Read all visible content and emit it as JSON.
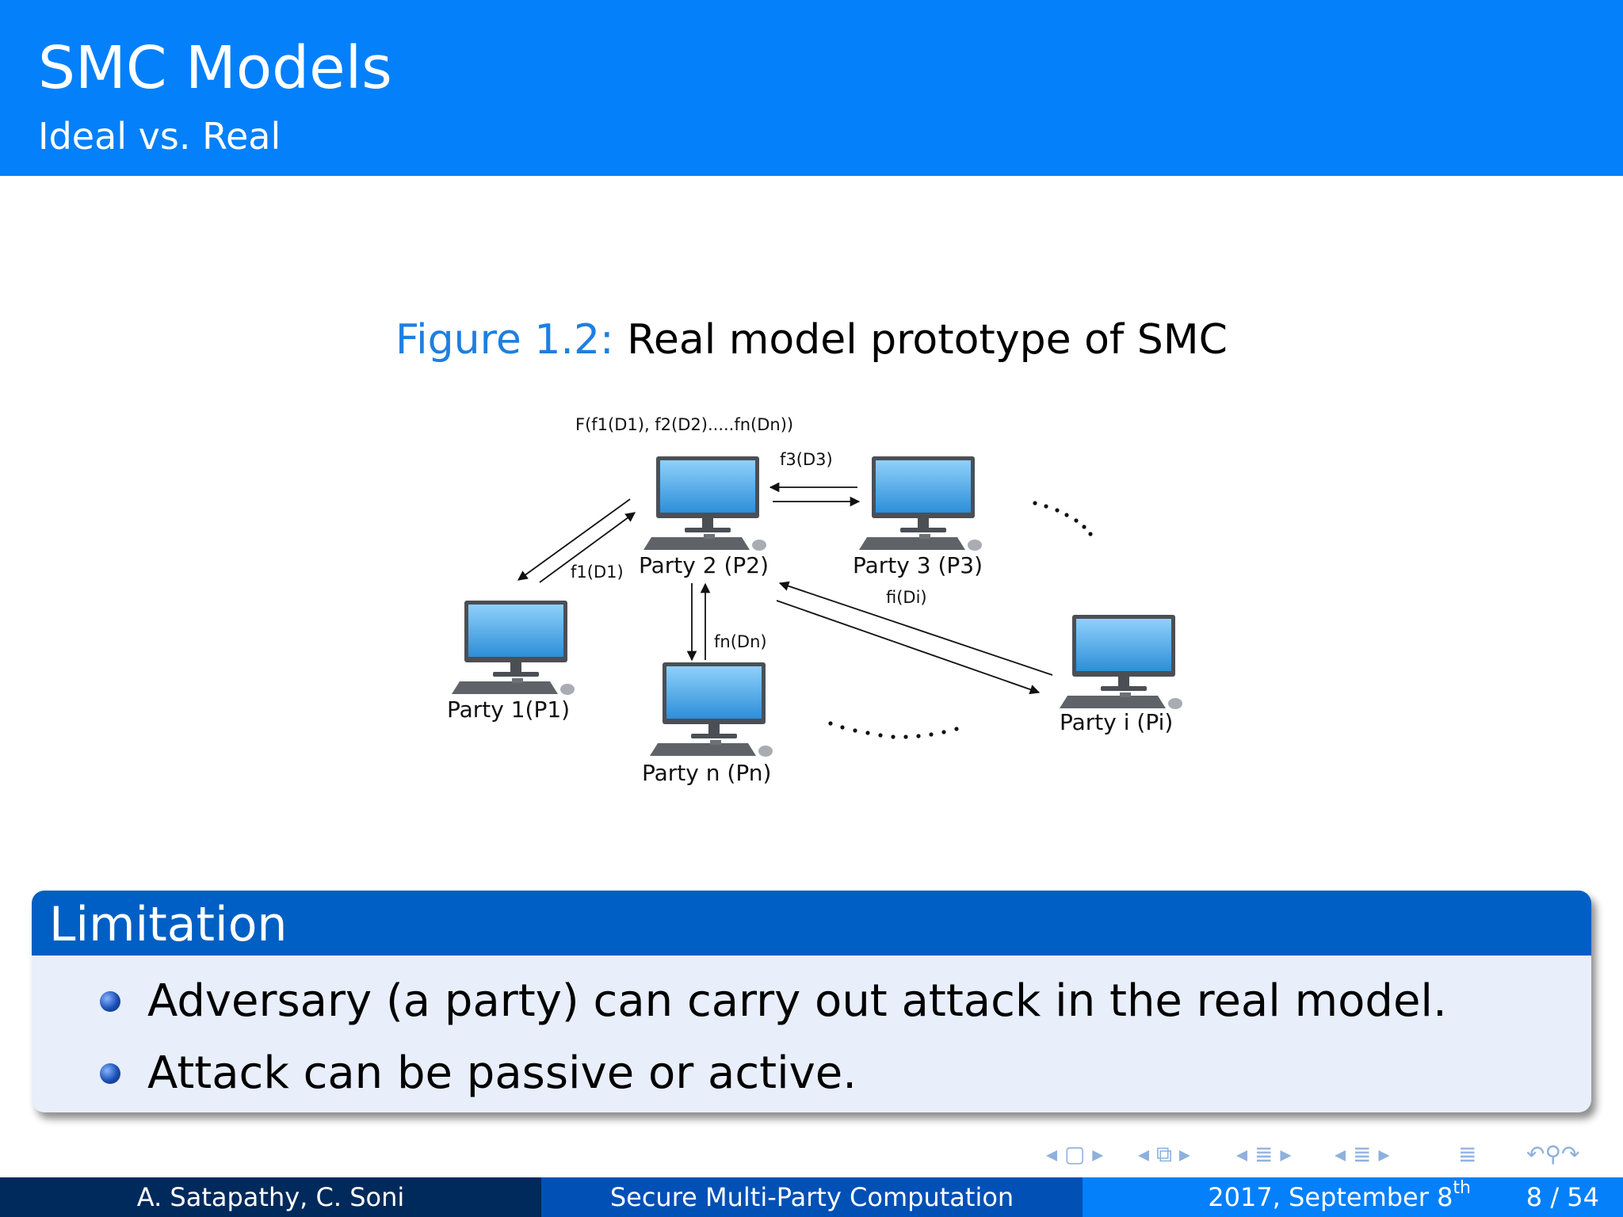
{
  "header": {
    "title": "SMC Models",
    "subtitle": "Ideal vs. Real"
  },
  "figure": {
    "label": "Figure 1.2:",
    "caption": "Real model prototype of SMC",
    "overall_function": "F(f1(D1), f2(D2).....fn(Dn))",
    "parties": {
      "p1": "Party 1(P1)",
      "p2": "Party 2 (P2)",
      "p3": "Party 3 (P3)",
      "pn": "Party n (Pn)",
      "pi": "Party i (Pi)"
    },
    "edge_labels": {
      "f1": "f1(D1)",
      "f3": "f3(D3)",
      "fn": "fn(Dn)",
      "fi": "fi(Di)"
    }
  },
  "block": {
    "title": "Limitation",
    "items": [
      "Adversary (a party) can carry out attack in the real model.",
      "Attack can be passive or active."
    ]
  },
  "footer": {
    "authors": "A. Satapathy, C. Soni",
    "talk_title": "Secure Multi-Party Computation",
    "date": "2017, September 8",
    "date_suffix": "th",
    "page": "8 / 54"
  },
  "colors": {
    "header_bg": "#0480fa",
    "block_head": "#005fc4",
    "block_body": "#e8eefa",
    "footer_left": "#002a5c",
    "footer_mid": "#0050b6",
    "footer_right": "#0480fa"
  },
  "nav_icons": [
    "nav-frame-icon",
    "nav-subsection-icon",
    "nav-section-icon",
    "nav-slide-icon",
    "nav-menu-icon",
    "nav-search-icon"
  ]
}
